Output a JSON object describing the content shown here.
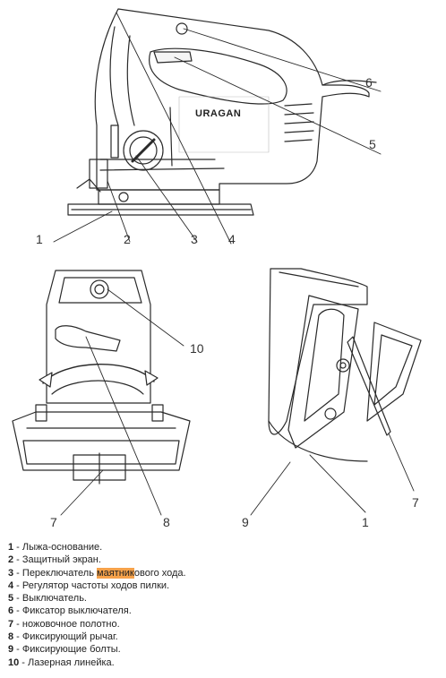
{
  "figure": {
    "brand": "URAGAN",
    "callouts": {
      "c1": "1",
      "c2": "2",
      "c3": "3",
      "c4": "4",
      "c5": "5",
      "c6": "6",
      "c10": "10",
      "c7a": "7",
      "c8": "8",
      "c9": "9",
      "c1b": "1",
      "c7b": "7"
    }
  },
  "legend": [
    {
      "num": "1",
      "sep": " - ",
      "pre": "Лыжа-основание.",
      "hl": "",
      "post": ""
    },
    {
      "num": "2",
      "sep": " - ",
      "pre": "Защитный экран.",
      "hl": "",
      "post": ""
    },
    {
      "num": "3",
      "sep": " - ",
      "pre": "Переключатель ",
      "hl": "маятник",
      "post": "ового хода."
    },
    {
      "num": "4",
      "sep": " - ",
      "pre": "Регулятор частоты ходов пилки.",
      "hl": "",
      "post": ""
    },
    {
      "num": "5",
      "sep": " - ",
      "pre": "Выключатель.",
      "hl": "",
      "post": ""
    },
    {
      "num": "6",
      "sep": " - ",
      "pre": "Фиксатор выключателя.",
      "hl": "",
      "post": ""
    },
    {
      "num": "7",
      "sep": " - ",
      "pre": "ножовочное полотно.",
      "hl": "",
      "post": ""
    },
    {
      "num": "8",
      "sep": " - ",
      "pre": "Фиксирующий рычаг.",
      "hl": "",
      "post": ""
    },
    {
      "num": "9",
      "sep": " - ",
      "pre": "Фиксирующие болты.",
      "hl": "",
      "post": ""
    },
    {
      "num": "10",
      "sep": " - ",
      "pre": "Лазерная линейка.",
      "hl": "",
      "post": ""
    }
  ],
  "colors": {
    "line": "#2a2a2a",
    "highlight": "#f6a24a"
  }
}
